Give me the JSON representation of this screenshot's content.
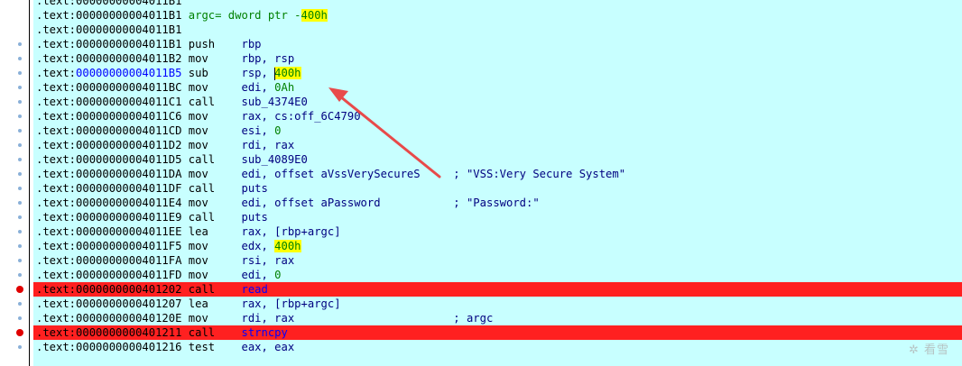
{
  "lines": [
    {
      "seg": ".text:",
      "addr": "00000000004011B1",
      "mn": "",
      "ops": ""
    },
    {
      "seg": ".text:",
      "addr": "00000000004011B1",
      "mn": "argc= dword ptr -",
      "ops": "400h",
      "kind": "var"
    },
    {
      "seg": ".text:",
      "addr": "00000000004011B1",
      "mn": "",
      "ops": ""
    },
    {
      "seg": ".text:",
      "addr": "00000000004011B1",
      "mn": "push",
      "ops": "rbp"
    },
    {
      "seg": ".text:",
      "addr": "00000000004011B2",
      "mn": "mov",
      "ops": "rbp, rsp"
    },
    {
      "seg": ".text:",
      "addr": "00000000004011B5",
      "mn": "sub",
      "ops": "rsp, ",
      "imm": "400h",
      "sel": true
    },
    {
      "seg": ".text:",
      "addr": "00000000004011BC",
      "mn": "mov",
      "ops": "edi, ",
      "num": "0Ah"
    },
    {
      "seg": ".text:",
      "addr": "00000000004011C1",
      "mn": "call",
      "ops": "sub_4374E0"
    },
    {
      "seg": ".text:",
      "addr": "00000000004011C6",
      "mn": "mov",
      "ops": "rax, cs:off_6C4790"
    },
    {
      "seg": ".text:",
      "addr": "00000000004011CD",
      "mn": "mov",
      "ops": "esi, ",
      "num": "0"
    },
    {
      "seg": ".text:",
      "addr": "00000000004011D2",
      "mn": "mov",
      "ops": "rdi, rax"
    },
    {
      "seg": ".text:",
      "addr": "00000000004011D5",
      "mn": "call",
      "ops": "sub_4089E0"
    },
    {
      "seg": ".text:",
      "addr": "00000000004011DA",
      "mn": "mov",
      "ops": "edi, offset aVssVerySecureS",
      "cmt": "; \"VSS:Very Secure System\""
    },
    {
      "seg": ".text:",
      "addr": "00000000004011DF",
      "mn": "call",
      "ops": "puts"
    },
    {
      "seg": ".text:",
      "addr": "00000000004011E4",
      "mn": "mov",
      "ops": "edi, offset aPassword",
      "cmt": "; \"Password:\""
    },
    {
      "seg": ".text:",
      "addr": "00000000004011E9",
      "mn": "call",
      "ops": "puts"
    },
    {
      "seg": ".text:",
      "addr": "00000000004011EE",
      "mn": "lea",
      "ops": "rax, [rbp+argc]"
    },
    {
      "seg": ".text:",
      "addr": "00000000004011F5",
      "mn": "mov",
      "ops": "edx, ",
      "imm": "400h"
    },
    {
      "seg": ".text:",
      "addr": "00000000004011FA",
      "mn": "mov",
      "ops": "rsi, rax"
    },
    {
      "seg": ".text:",
      "addr": "00000000004011FD",
      "mn": "mov",
      "ops": "edi, ",
      "num": "0"
    },
    {
      "seg": ".text:",
      "addr": "0000000000401202",
      "mn": "call",
      "ops": "read",
      "bp": true
    },
    {
      "seg": ".text:",
      "addr": "0000000000401207",
      "mn": "lea",
      "ops": "rax, [rbp+argc]"
    },
    {
      "seg": ".text:",
      "addr": "000000000040120E",
      "mn": "mov",
      "ops": "rdi, rax",
      "cmt": "; argc"
    },
    {
      "seg": ".text:",
      "addr": "0000000000401211",
      "mn": "call",
      "ops": "strncpy",
      "bp": true
    },
    {
      "seg": ".text:",
      "addr": "0000000000401216",
      "mn": "test",
      "ops": "eax, eax"
    }
  ],
  "watermark": "看雪",
  "colors": {
    "background": "#c8ffff",
    "breakpoint": "#ff2020",
    "highlight": "#ffff00",
    "arrow": "#e84a4a"
  }
}
